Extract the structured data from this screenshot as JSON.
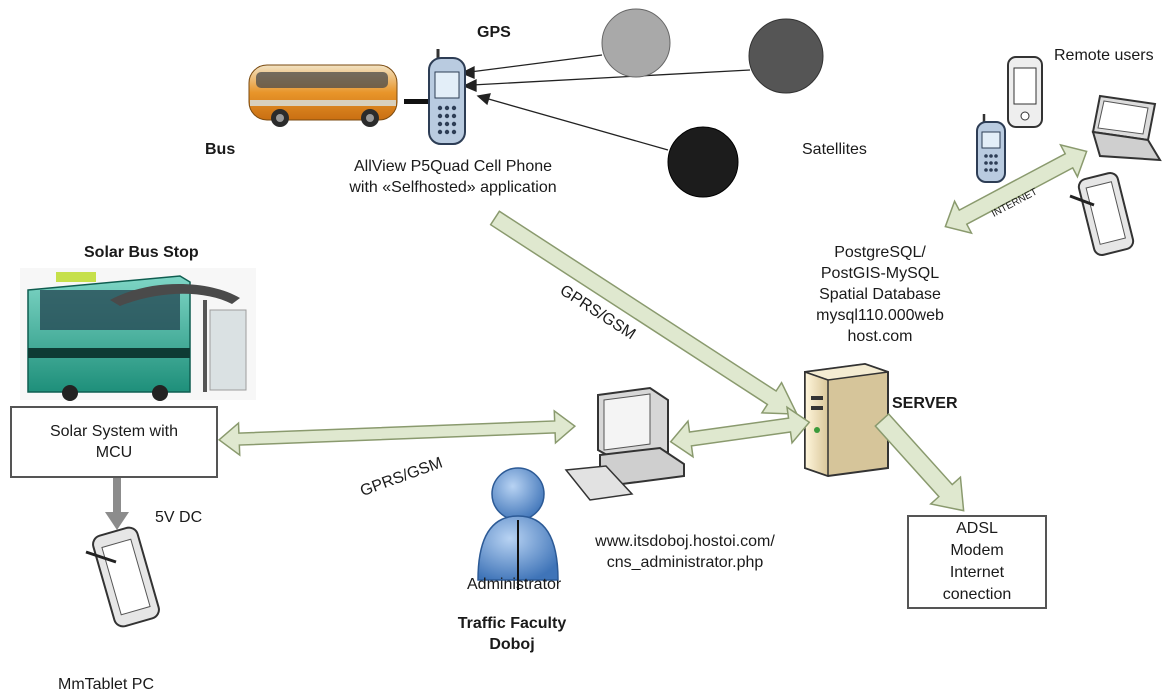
{
  "labels": {
    "gps": "GPS",
    "bus": "Bus",
    "phone_line1": "AllView P5Quad Cell Phone",
    "phone_line2": "with «Selfhosted» application",
    "satellites": "Satellites",
    "remote_users": "Remote users",
    "internet": "INTERNET",
    "db_line1": "PostgreSQL/",
    "db_line2": "PostGIS-MySQL",
    "db_line3": "Spatial Database",
    "db_line4": "mysql110.000web",
    "db_line5": "host.com",
    "server": "SERVER",
    "solar_bus_stop": "Solar Bus Stop",
    "solar_system_line1": "Solar System with",
    "solar_system_line2": "MCU",
    "five_v_dc": "5V DC",
    "gprs_gsm_top": "GPRS/GSM",
    "gprs_gsm_bottom": "GPRS/GSM",
    "admin_url_line1": "www.itsdoboj.hostoi.com/",
    "admin_url_line2": "cns_administrator.php",
    "administrator": "Administrator",
    "faculty_line1": "Traffic Faculty",
    "faculty_line2": "Doboj",
    "adsl_line1": "ADSL",
    "adsl_line2": "Modem",
    "adsl_line3": "Internet",
    "adsl_line4": "conection",
    "tablet": "MmTablet PC"
  },
  "colors": {
    "arrow_fill": "#dfe8cf",
    "arrow_stroke": "#8a9a6e",
    "satellite_light": "#a9a9a9",
    "satellite_mid": "#555555",
    "satellite_dark": "#1c1c1c",
    "person": "#5b8fd1"
  }
}
